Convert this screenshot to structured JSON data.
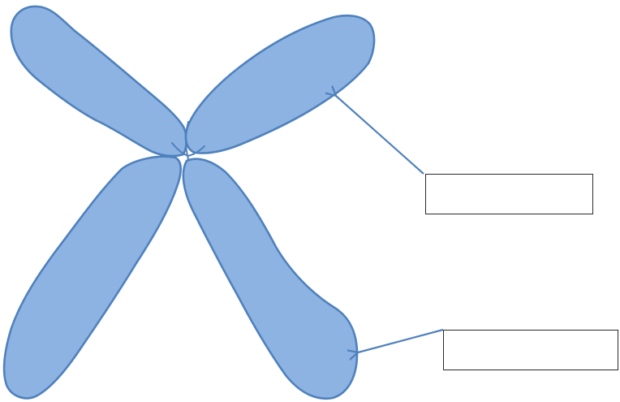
{
  "diagram": {
    "subject": "chromosome",
    "colors": {
      "chromatid_fill": "#8DB3E2",
      "chromatid_outline": "#4F81BD",
      "arrow": "#4F81BD",
      "label_box_border": "#2a2a2a",
      "background": "#ffffff"
    },
    "labels": [
      {
        "id": "upper",
        "text": ""
      },
      {
        "id": "lower",
        "text": ""
      }
    ]
  }
}
